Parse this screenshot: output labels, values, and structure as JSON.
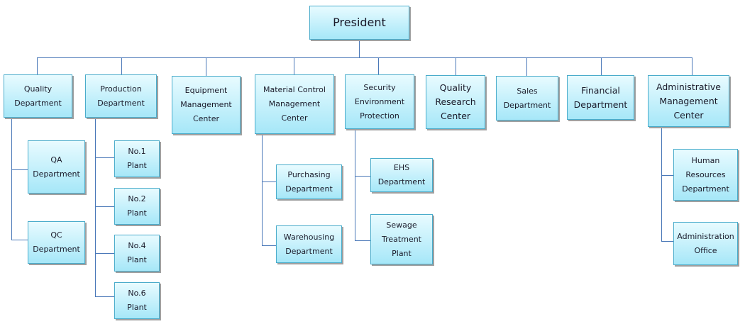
{
  "president": "President",
  "departments": {
    "quality": "Quality\nDepartment",
    "production": "Production\nDepartment",
    "equipment": "Equipment\nManagement\nCenter",
    "material": "Material Control\nManagement\nCenter",
    "security": "Security\nEnvironment\nProtection",
    "quality_research": "Quality\nResearch\nCenter",
    "sales": "Sales\nDepartment",
    "financial": "Financial\nDepartment",
    "administrative": "Administrative\nManagement\nCenter"
  },
  "sub_units": {
    "qa": "QA\nDepartment",
    "qc": "QC\nDepartment",
    "plant1": "No.1\nPlant",
    "plant2": "No.2\nPlant",
    "plant4": "No.4\nPlant",
    "plant6": "No.6\nPlant",
    "purchasing": "Purchasing\nDepartment",
    "warehousing": "Warehousing\nDepartment",
    "ehs": "EHS\nDepartment",
    "sewage": "Sewage\nTreatment\nPlant",
    "hr": "Human\nResources\nDepartment",
    "admin_office": "Administration\nOffice"
  }
}
